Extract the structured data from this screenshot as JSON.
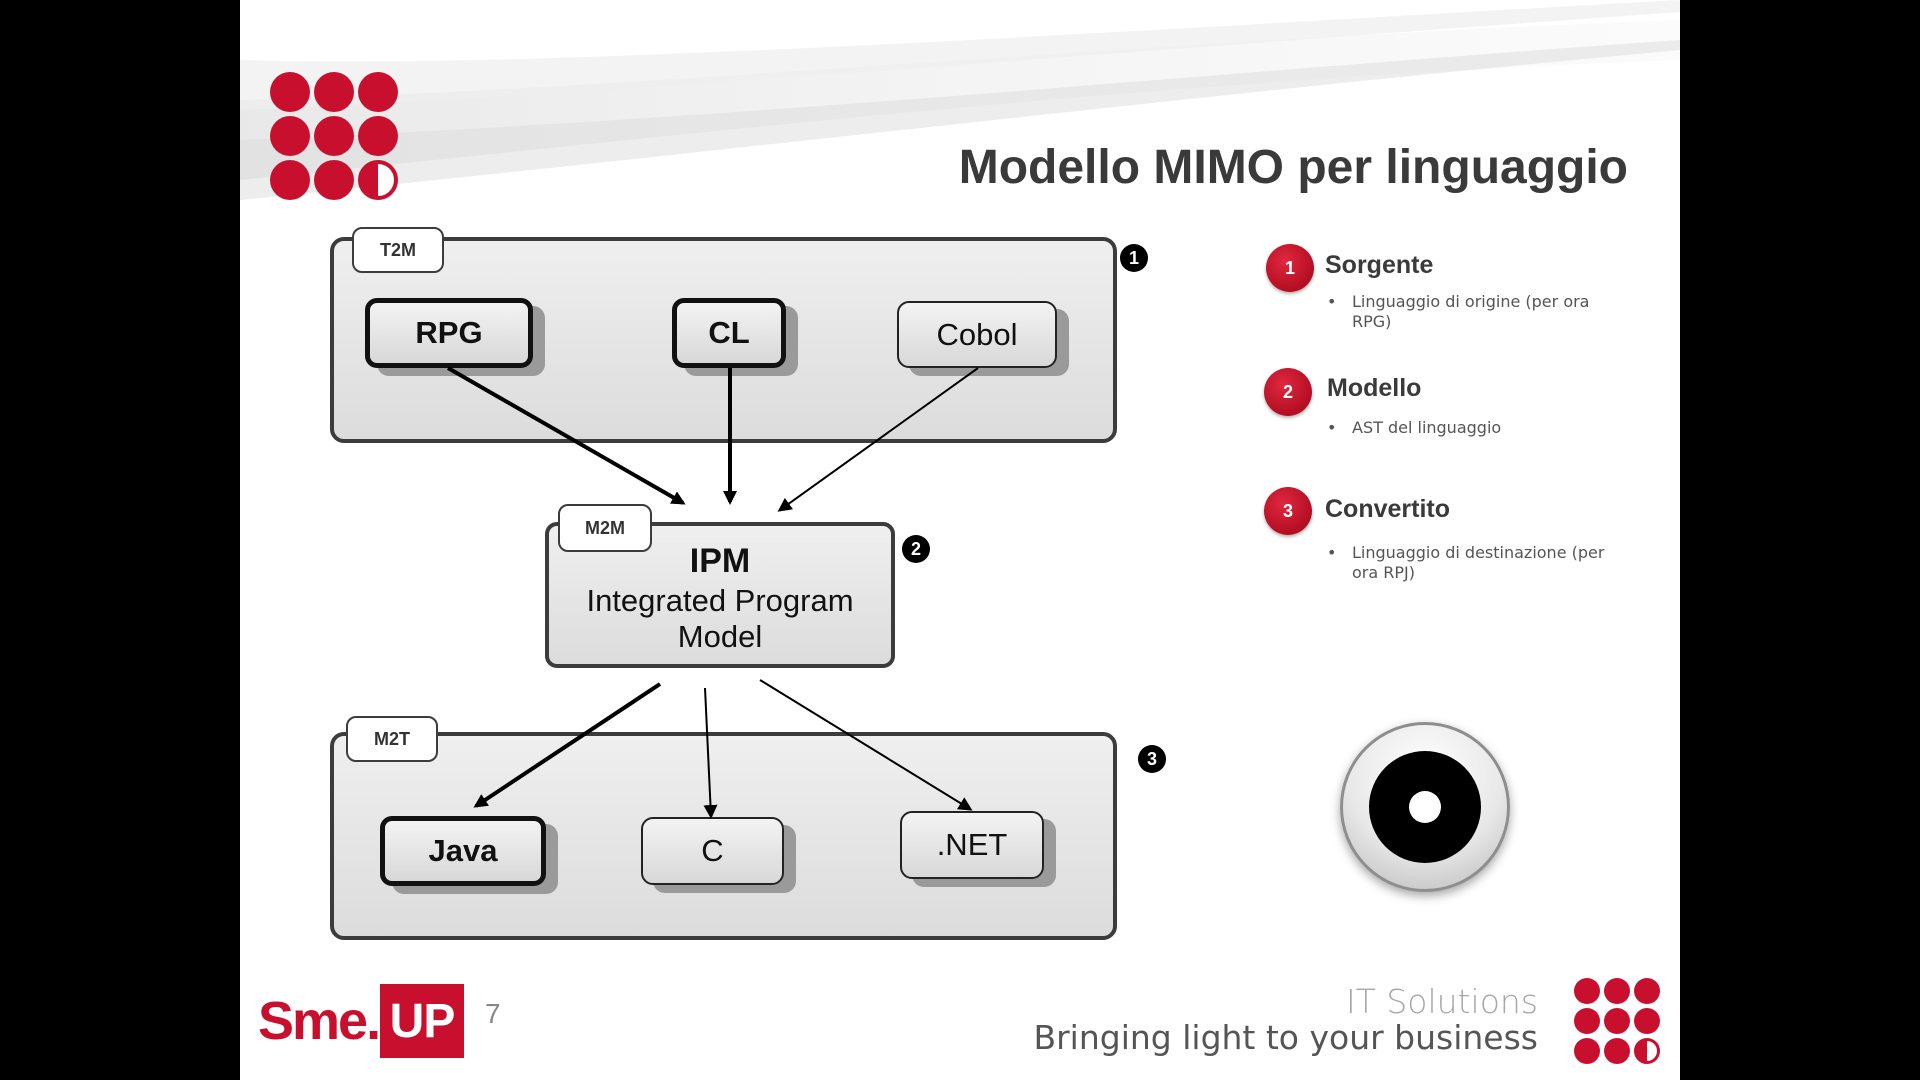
{
  "slide": {
    "title": "Modello MIMO per linguaggio",
    "page_number": "7"
  },
  "diagram": {
    "t2m": {
      "tag": "T2M",
      "marker": "1",
      "boxes": [
        "RPG",
        "CL",
        "Cobol"
      ]
    },
    "m2m": {
      "tag": "M2M",
      "marker": "2",
      "title": "IPM",
      "subtitle": "Integrated Program Model"
    },
    "m2t": {
      "tag": "M2T",
      "marker": "3",
      "boxes": [
        "Java",
        "C",
        ".NET"
      ]
    }
  },
  "legend": [
    {
      "number": "1",
      "heading": "Sorgente",
      "bullet": "Linguaggio di origine  (per ora RPG)"
    },
    {
      "number": "2",
      "heading": "Modello",
      "bullet": "AST del linguaggio"
    },
    {
      "number": "3",
      "heading": "Convertito",
      "bullet": "Linguaggio di destinazione (per ora RPJ)"
    }
  ],
  "footer": {
    "logo_left": "Sme.",
    "logo_right": "UP",
    "tagline_line1": "IT Solutions",
    "tagline_line2": "Bringing light to your business"
  },
  "icons": {
    "bullet": "•",
    "brand_dots": "brand-dots-icon",
    "eye": "eye-icon"
  },
  "colors": {
    "brand_red": "#c8102e",
    "title_gray": "#3a3a3a",
    "background_left": "#000000"
  }
}
